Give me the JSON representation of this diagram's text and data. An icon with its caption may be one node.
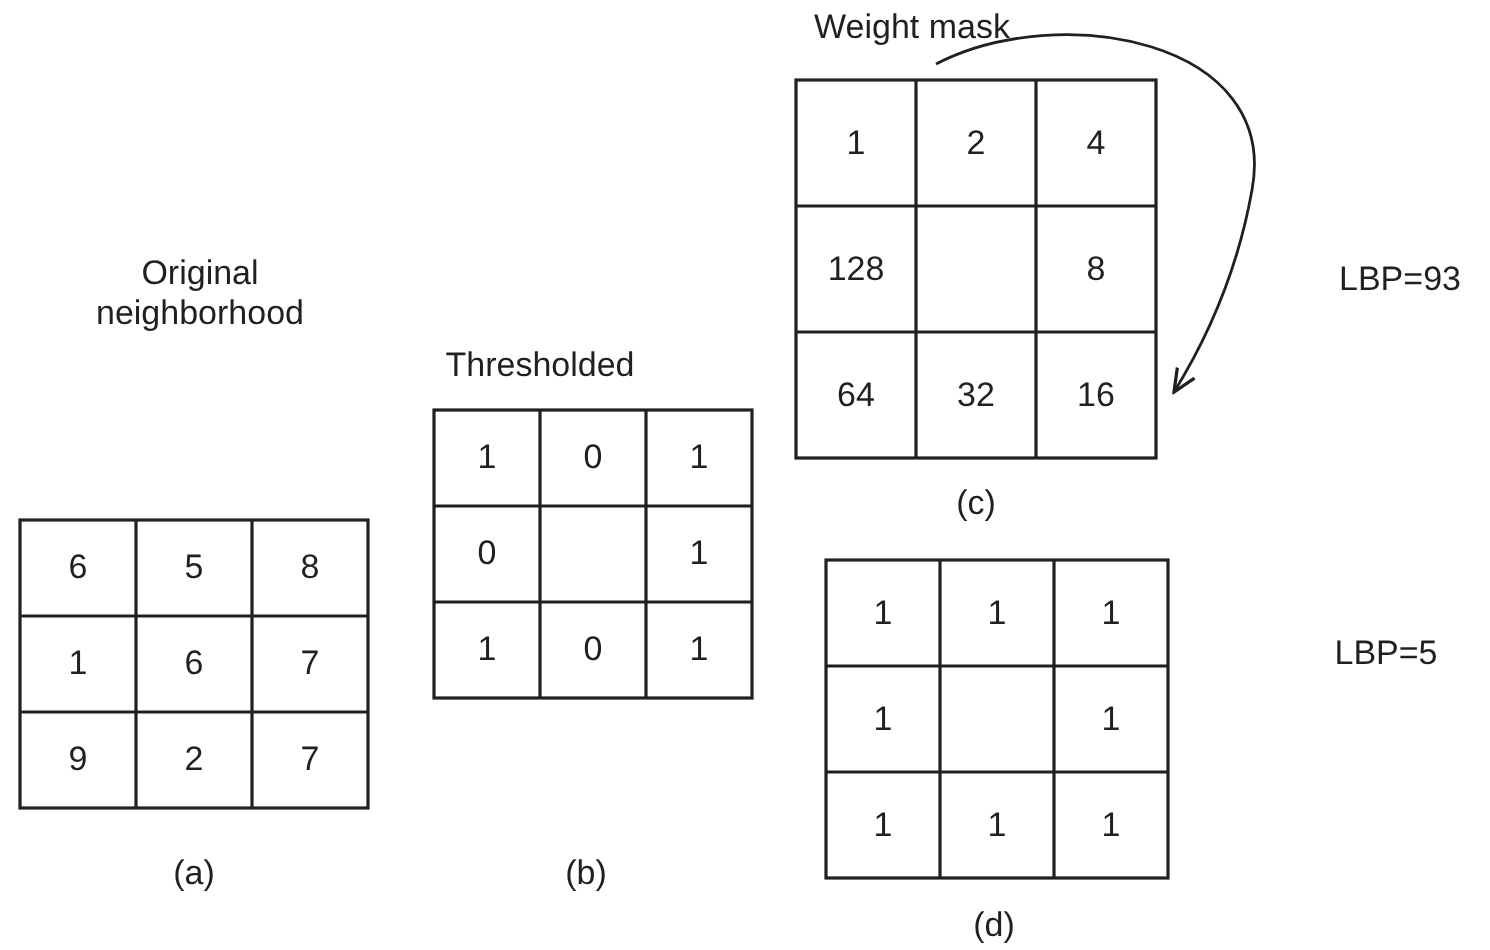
{
  "diagram": {
    "labels": [
      "Weight mask",
      "Original neighborhood",
      "Thresholded",
      "1",
      "2",
      "4",
      "128",
      "8",
      "64",
      "32",
      "16",
      "LBP=93",
      "6",
      "5",
      "8",
      "1",
      "6",
      "7",
      "9",
      "2",
      "7",
      "1",
      "0",
      "1",
      "0",
      "1",
      "1",
      "0",
      "1",
      "(c)",
      "1",
      "1",
      "1",
      "1",
      "1",
      "1",
      "1",
      "1",
      "LBP=5",
      "(a)",
      "(b)",
      "(d)"
    ]
  }
}
